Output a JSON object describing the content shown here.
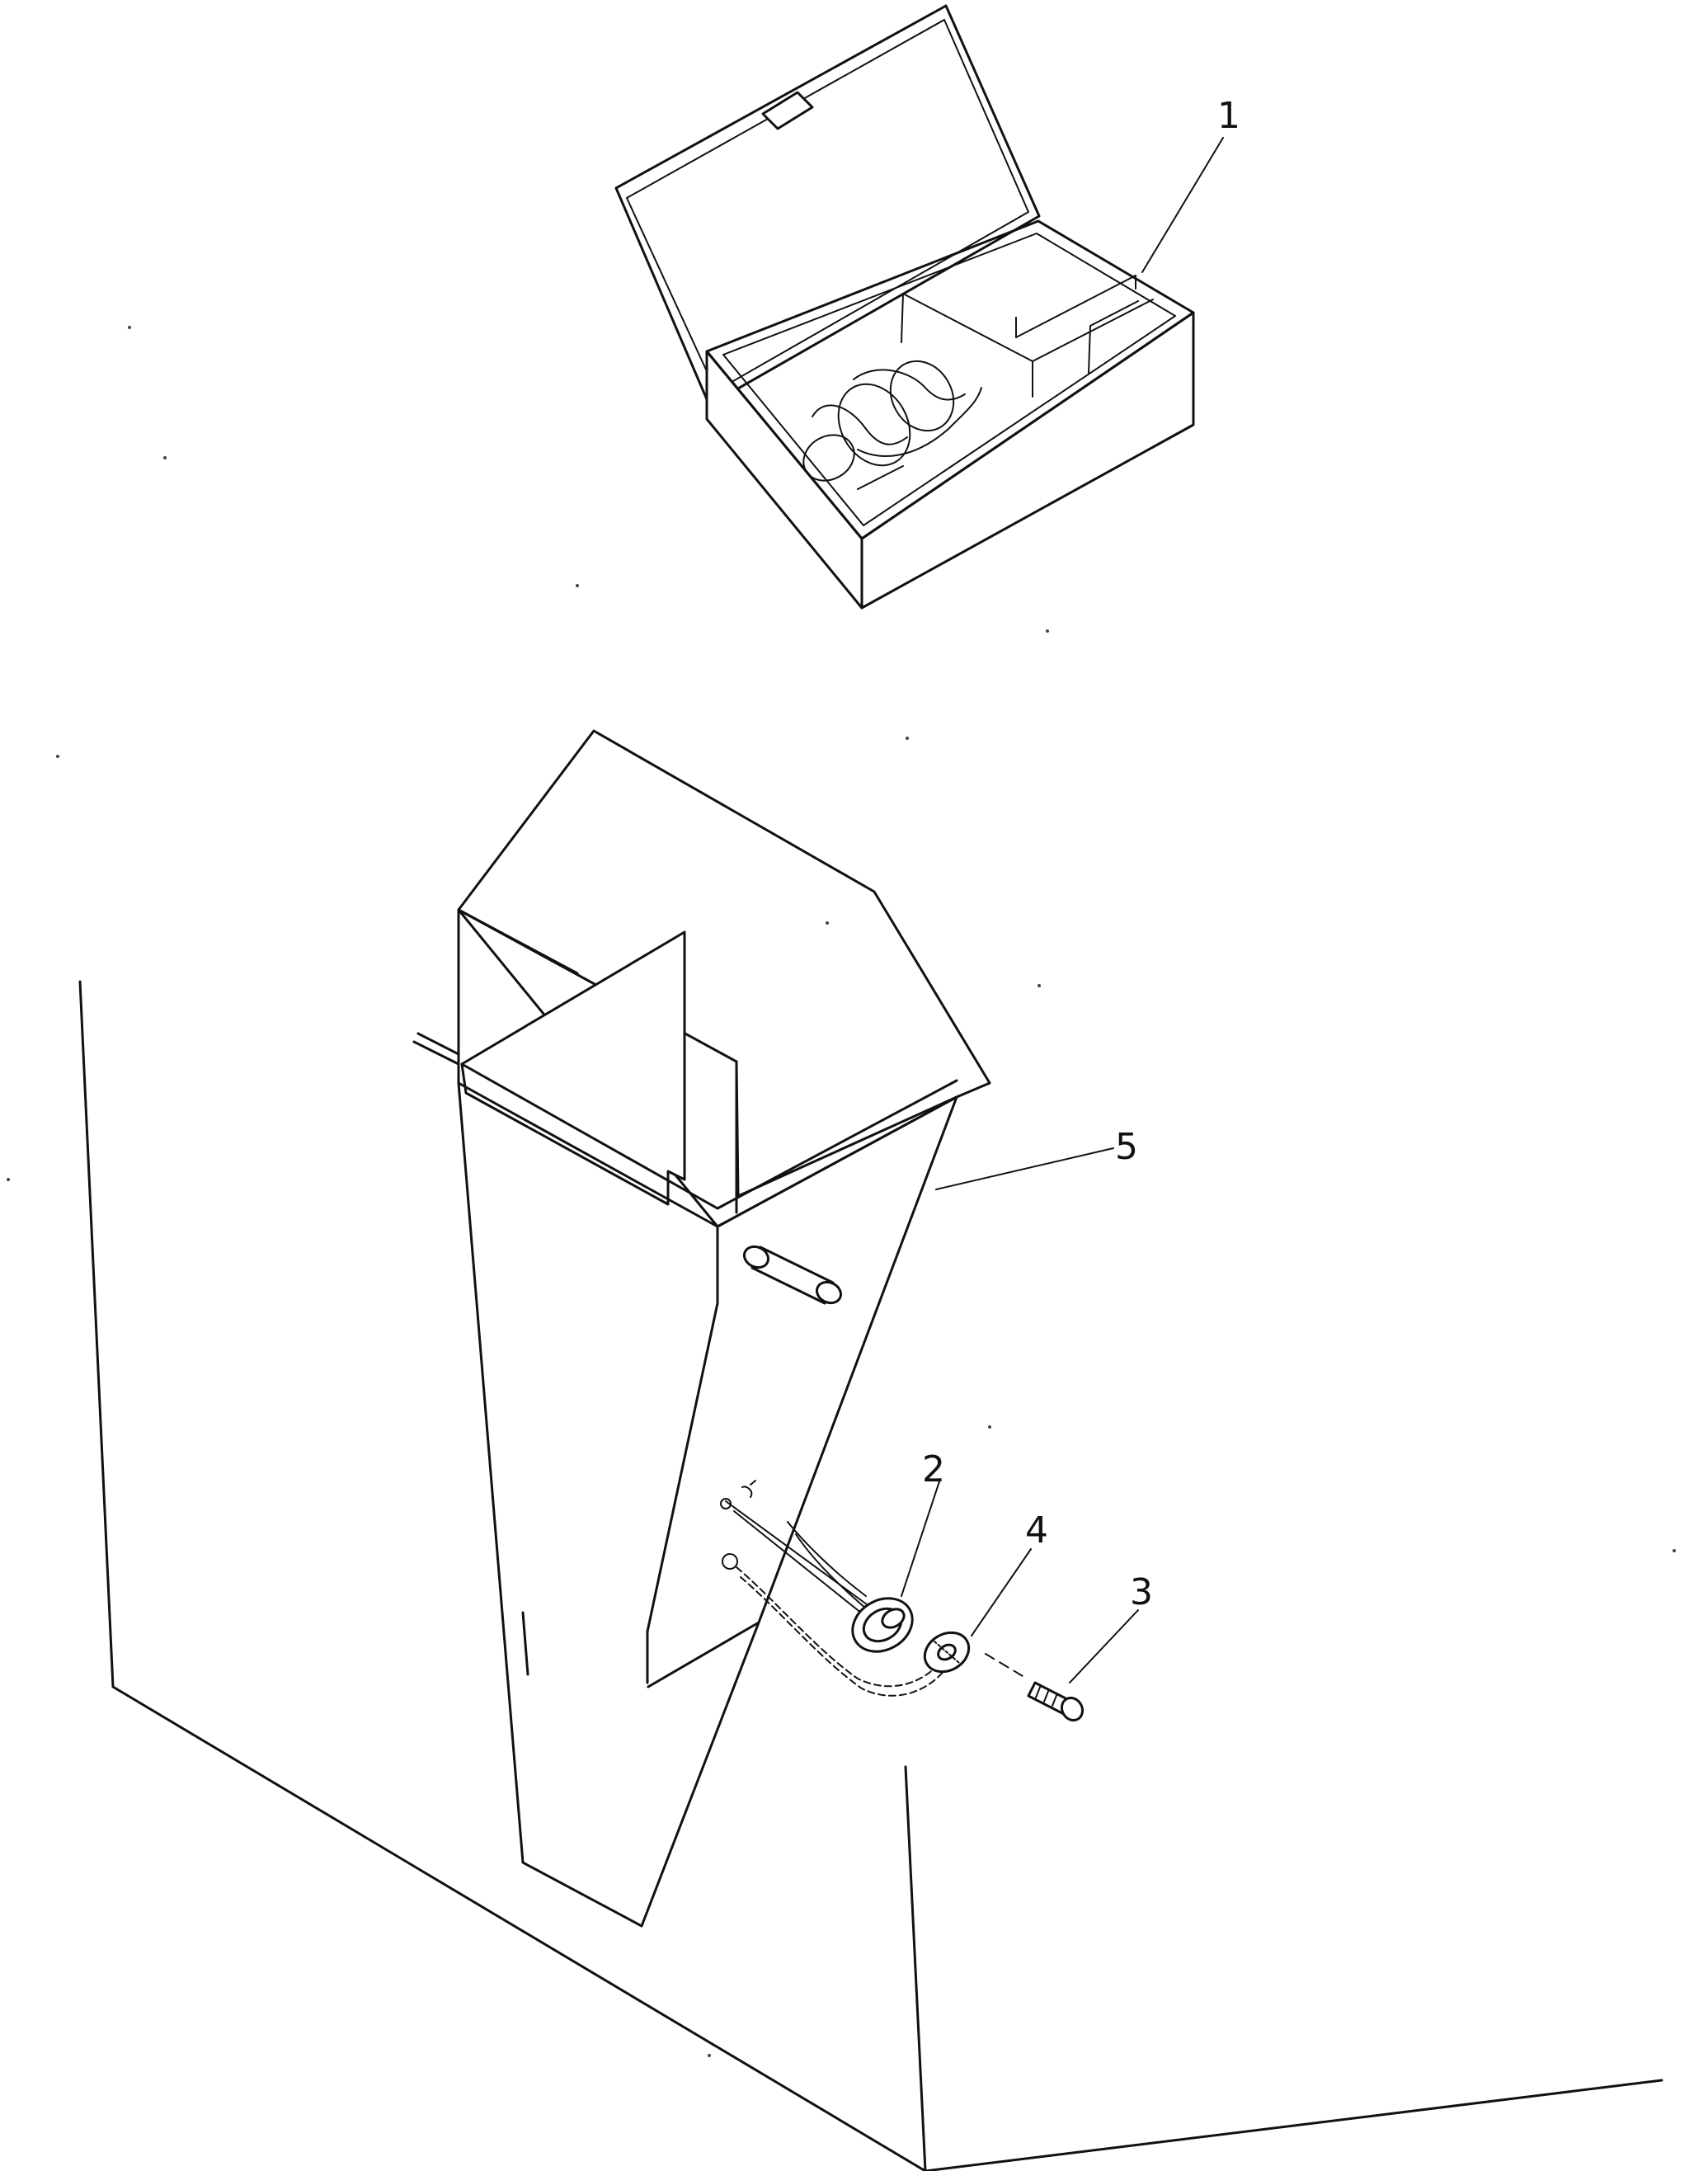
{
  "callouts": {
    "item_1": "1",
    "item_2": "2",
    "item_3": "3",
    "item_4": "4",
    "item_5": "5"
  }
}
